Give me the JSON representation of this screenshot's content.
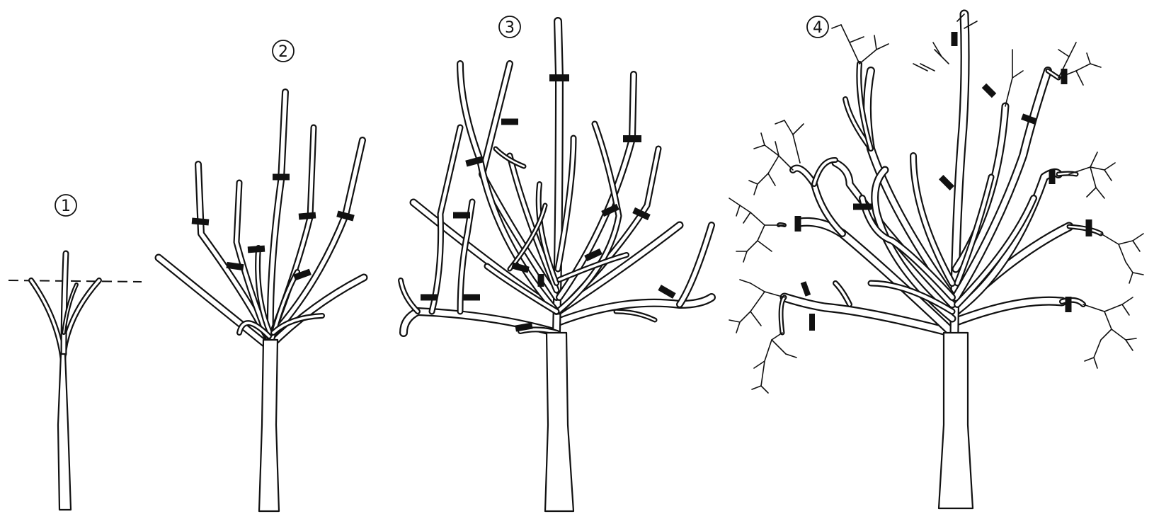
{
  "stages": [
    {
      "id": 1,
      "label": "①"
    },
    {
      "id": 2,
      "label": "②"
    },
    {
      "id": 3,
      "label": "③"
    },
    {
      "id": 4,
      "label": "④"
    }
  ],
  "colors": {
    "ink": "#111111",
    "paper": "#ffffff"
  }
}
